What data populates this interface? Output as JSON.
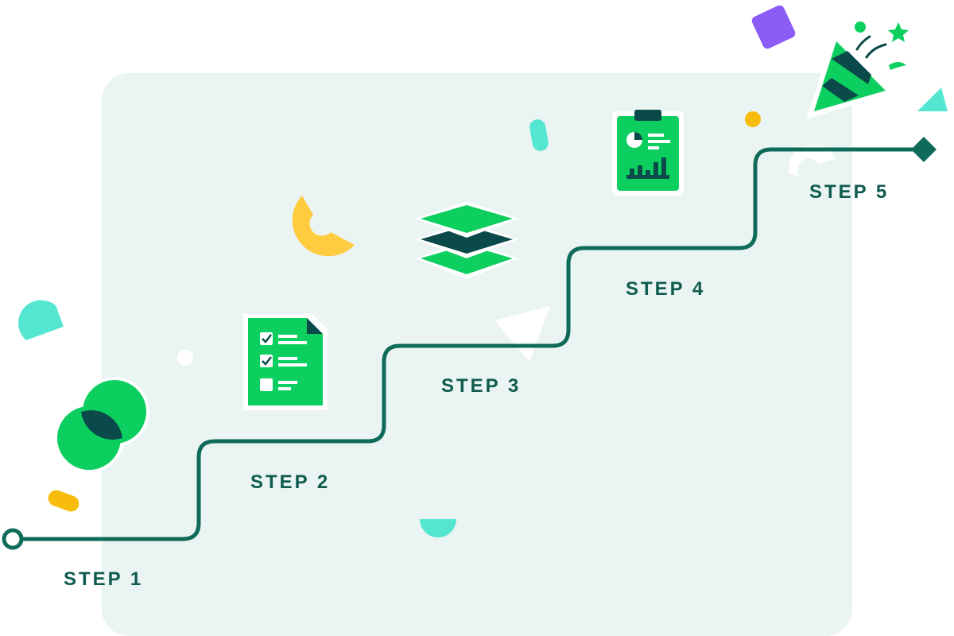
{
  "steps": [
    {
      "label": "STEP 1"
    },
    {
      "label": "STEP 2"
    },
    {
      "label": "STEP 3"
    },
    {
      "label": "STEP 4"
    },
    {
      "label": "STEP 5"
    }
  ],
  "icons": {
    "step2": "checklist-document-icon",
    "step3": "stacked-layers-icon",
    "step4": "report-clipboard-icon",
    "finish": "party-popper-icon",
    "start": "venn-circles-icon"
  },
  "colors": {
    "path": "#0f6b59",
    "label": "#0f5b50",
    "panel": "#eaf4f2",
    "green": "#0ccf5f",
    "dark": "#0b4a4a",
    "teal": "#55e6d2",
    "yellow": "#ffcc40",
    "amber": "#f8bd0c",
    "purple": "#8b5cf6"
  }
}
